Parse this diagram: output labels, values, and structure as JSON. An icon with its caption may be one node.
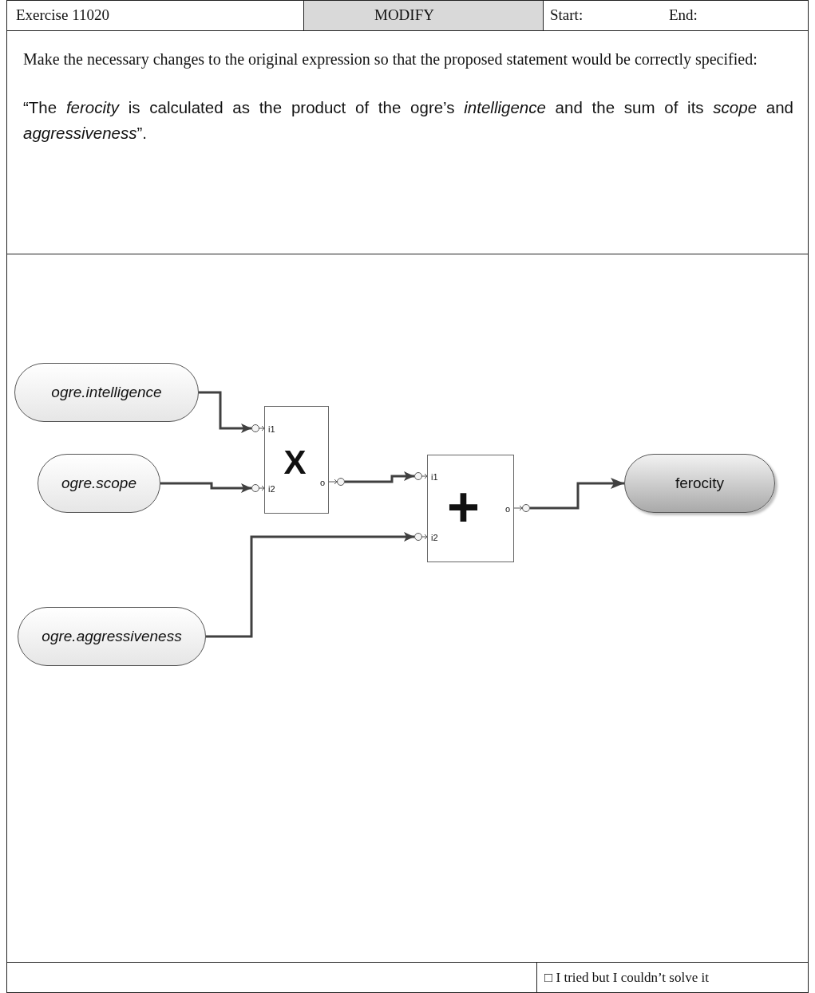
{
  "diagram": {
    "nodes": [
      {
        "text": [
          "ogre.intelligence"
        ]
      },
      {
        "text": [
          "ogre.scope"
        ]
      },
      {
        "text": [
          "i1",
          "X",
          "o",
          "i2"
        ]
      },
      {
        "text": [
          "i1",
          "+",
          "o",
          "i2"
        ]
      },
      {
        "text": [
          "ogre.aggressiveness"
        ]
      },
      {
        "text": [
          "ferocity"
        ]
      }
    ],
    "edges": [
      {
        "from": 0,
        "to": 2,
        "arrow": "to"
      },
      {
        "from": 1,
        "to": 2,
        "arrow": "to"
      },
      {
        "from": 2,
        "to": 3,
        "arrow": "to"
      },
      {
        "from": 4,
        "to": 3,
        "arrow": "to"
      },
      {
        "from": 3,
        "to": 5,
        "arrow": "to"
      }
    ],
    "labels": [
      "Exercise 11020",
      "MODIFY",
      "Start:",
      "End:",
      "Make the necessary changes to the original expression so that the proposed statement would be correctly specified:",
      "“The *ferocity* is calculated as the product of the ogre’s *intelligence* and the sum of its *scope* and *aggressiveness*”.",
      "□ I tried but I couldn’t solve it"
    ]
  }
}
